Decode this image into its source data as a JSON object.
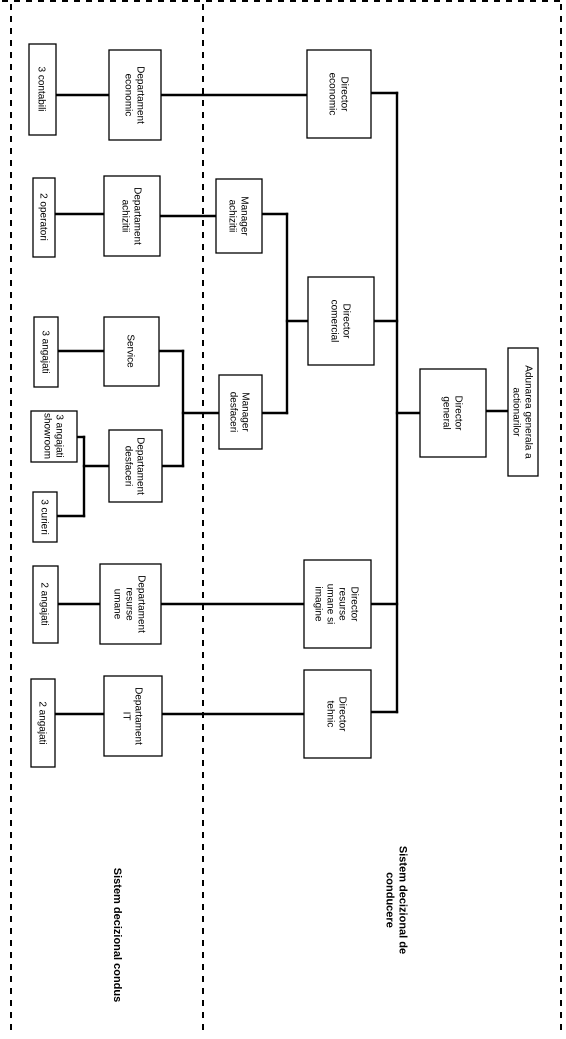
{
  "nodes": {
    "adunarea": [
      "Adunarea generala a",
      "actionarilor"
    ],
    "director_general": [
      "Director",
      "general"
    ],
    "director_economic": [
      "Director",
      "economic"
    ],
    "director_comercial": [
      "Director",
      "comercial"
    ],
    "director_resurse": [
      "Director",
      "resurse",
      "umane si",
      "imagine"
    ],
    "director_tehnic": [
      "Director",
      "tehnic"
    ],
    "manager_achizitii": [
      "Manager",
      "achizitii"
    ],
    "manager_desfaceri": [
      "Manager",
      "desfaceri"
    ],
    "dept_economic": [
      "Departament",
      "economic"
    ],
    "dept_achizitii": [
      "Departament",
      "achizitii"
    ],
    "service": [
      "Service"
    ],
    "dept_desfaceri": [
      "Departament",
      "desfaceri"
    ],
    "dept_resurse": [
      "Departament",
      "resurse",
      "umane"
    ],
    "dept_it": [
      "Departament",
      "IT"
    ],
    "contabili": [
      "3 contabili"
    ],
    "operatori": [
      "2 operatori"
    ],
    "angajati_service": [
      "3 angajati"
    ],
    "angajati_showroom": [
      "3 angajati",
      "showroom"
    ],
    "curieri": [
      "3 curieri"
    ],
    "angajati_resurse": [
      "2 angajati"
    ],
    "angajati_it": [
      "2 angajati"
    ]
  },
  "sections": {
    "conducere": [
      "Sistem decizional de",
      "conducere"
    ],
    "condus": [
      "Sistem decizional condus"
    ]
  }
}
